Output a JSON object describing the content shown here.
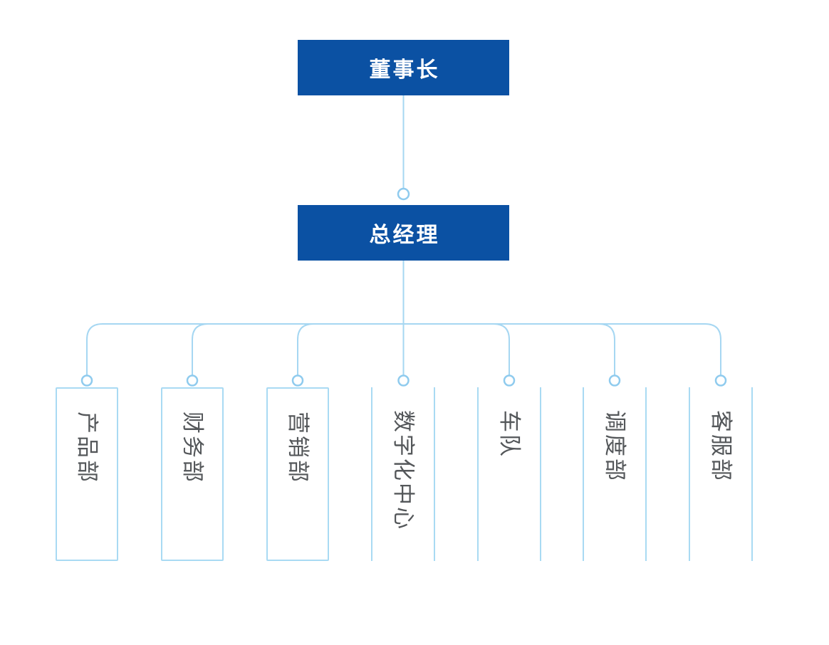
{
  "colors": {
    "node_fill": "#0b51a3",
    "node_text": "#ffffff",
    "connector": "#a6d7f2",
    "circle_stroke": "#8fcbee",
    "dept_text": "#54575a",
    "dept_border": "#a9daf3"
  },
  "org": {
    "chairman": {
      "label": "董事长"
    },
    "general_manager": {
      "label": "总经理"
    },
    "departments": [
      {
        "label": "产品部"
      },
      {
        "label": "财务部"
      },
      {
        "label": "营销部"
      },
      {
        "label": "数字化中心"
      },
      {
        "label": "车队"
      },
      {
        "label": "调度部"
      },
      {
        "label": "客服部"
      }
    ]
  }
}
